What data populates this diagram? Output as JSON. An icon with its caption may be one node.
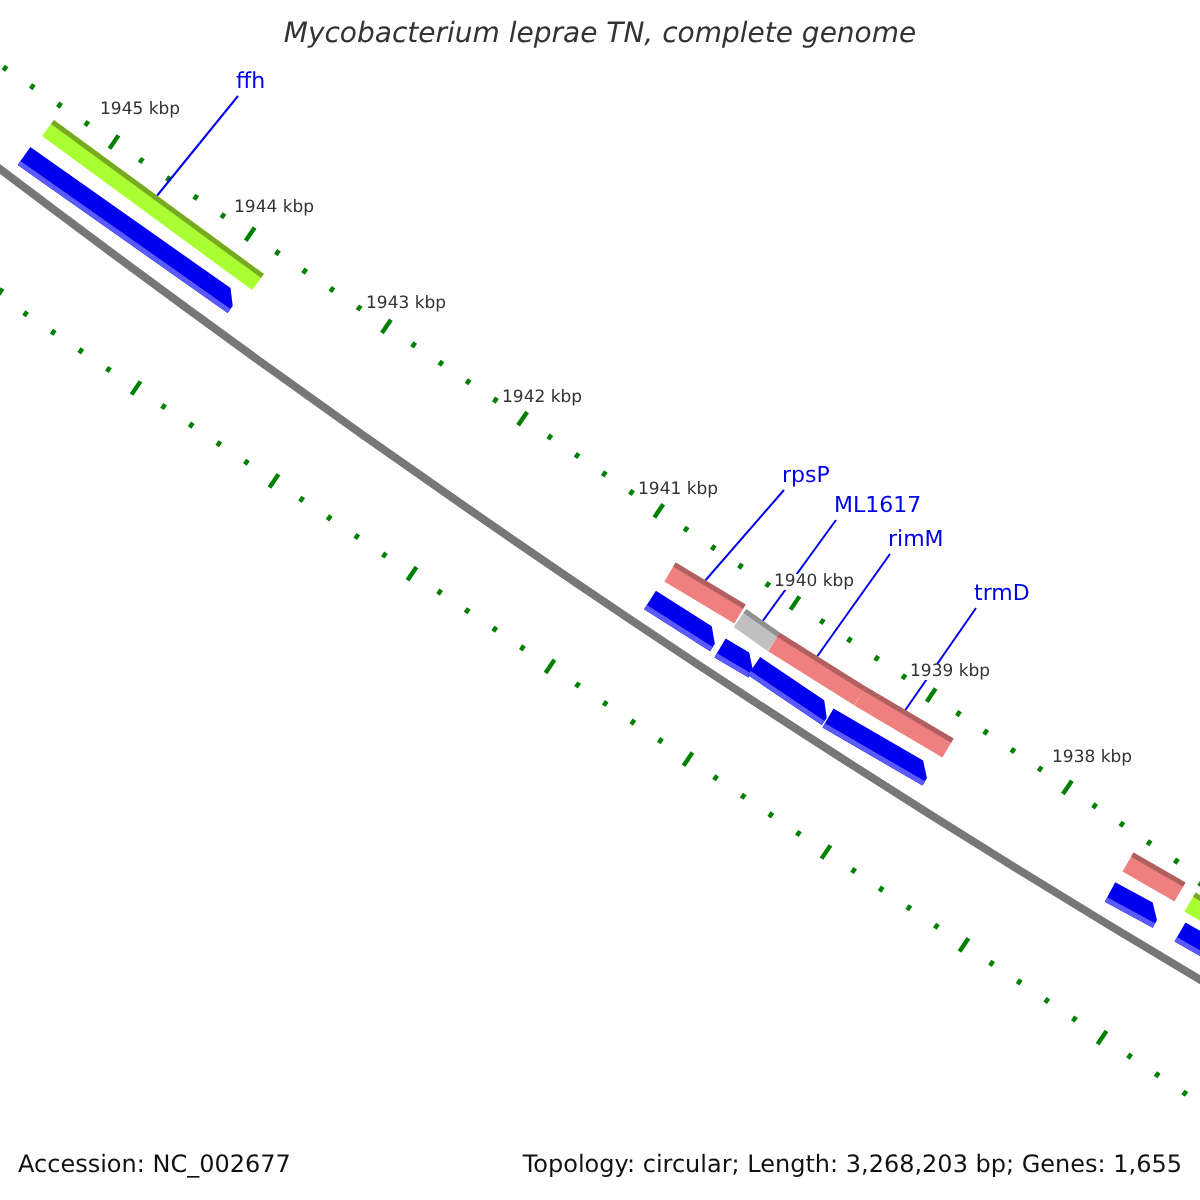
{
  "diagram": {
    "title": "Mycobacterium leprae TN, complete genome",
    "nodes": [
      {
        "text": [
          "ffh"
        ]
      },
      {
        "text": [],
        "shape": "bar"
      },
      {
        "text": [
          "rpsP"
        ]
      },
      {
        "text": [],
        "shape": "bar"
      },
      {
        "text": [
          "ML1617"
        ]
      },
      {
        "text": [],
        "shape": "bar"
      },
      {
        "text": [
          "rimM"
        ]
      },
      {
        "text": [],
        "shape": "bar"
      },
      {
        "text": [
          "trmD"
        ]
      },
      {
        "text": [],
        "shape": "bar"
      }
    ],
    "edges": [
      {
        "from": 0,
        "to": 1,
        "arrow": "none"
      },
      {
        "from": 2,
        "to": 3,
        "arrow": "none"
      },
      {
        "from": 4,
        "to": 5,
        "arrow": "none"
      },
      {
        "from": 6,
        "to": 7,
        "arrow": "none"
      },
      {
        "from": 8,
        "to": 9,
        "arrow": "none"
      }
    ],
    "labels": [
      "1945 kbp",
      "1944 kbp",
      "1943 kbp",
      "1942 kbp",
      "1941 kbp",
      "1940 kbp",
      "1939 kbp",
      "1938 kbp",
      "Accession: NC_002677",
      "Topology: circular; Length: 3,268,203 bp; Genes: 1,655"
    ]
  }
}
